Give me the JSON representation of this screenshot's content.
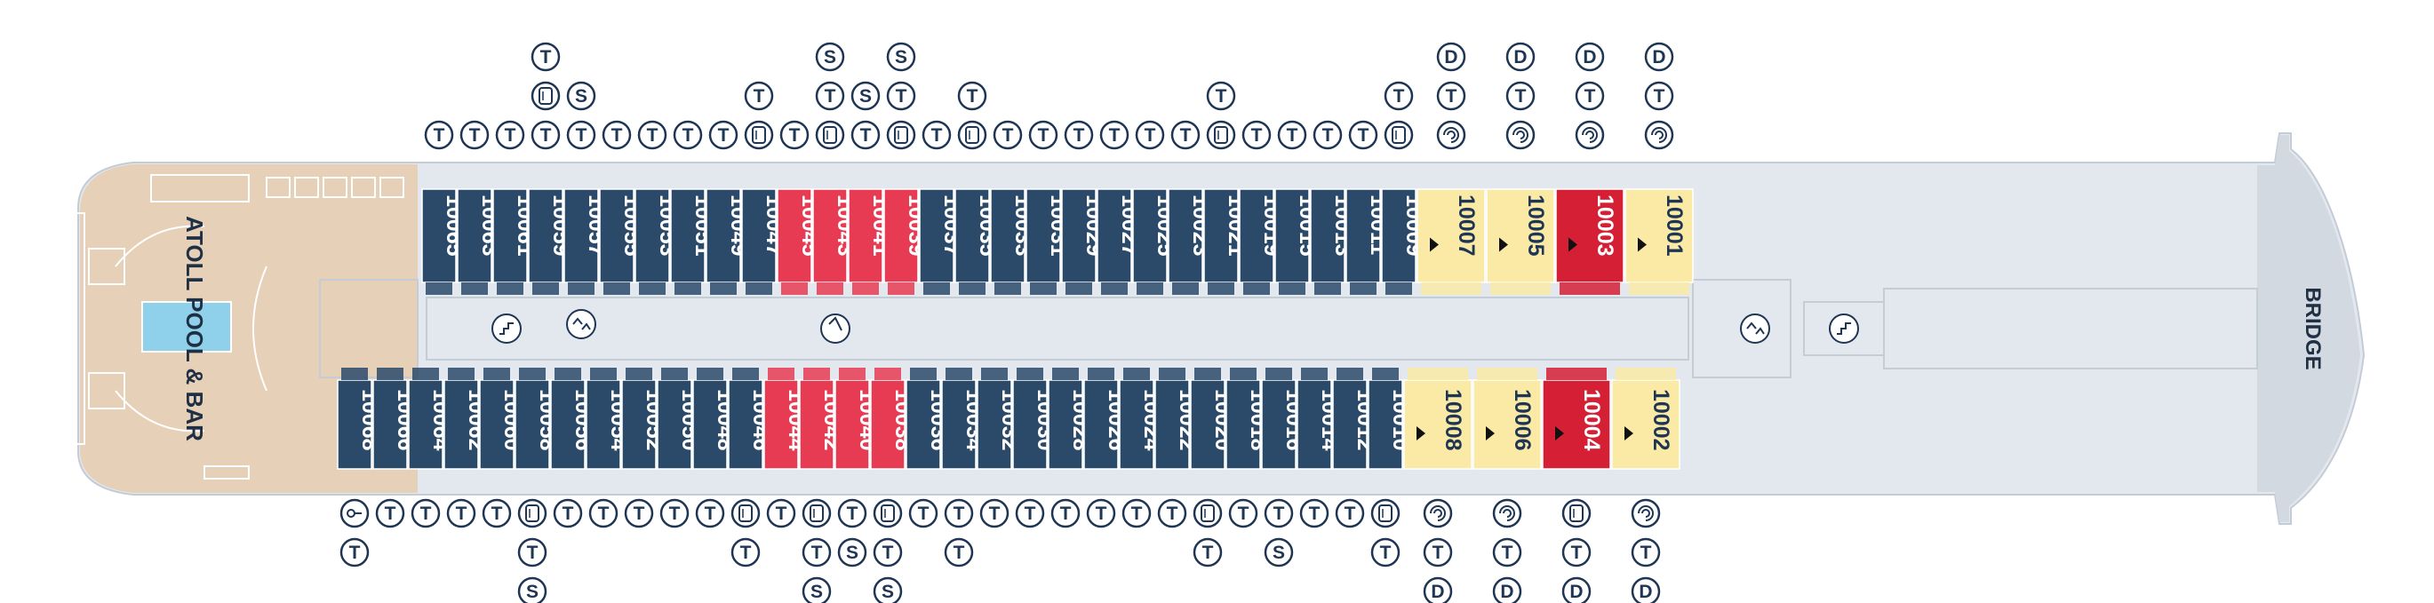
{
  "labels": {
    "pool": "ATOLL POOL & BAR",
    "bridge": "BRIDGE"
  },
  "colors": {
    "navy": "#2b4a6a",
    "red": "#e63b52",
    "crimson": "#d41f35",
    "yellow": "#faeaa5",
    "deck": "#e3e8ee",
    "wood": "#e6d0b8",
    "pool": "#8fd1ea",
    "icon": "#1e3553"
  },
  "top_cabins": [
    {
      "num": "10065",
      "cat": "navy",
      "icons": [
        "T"
      ]
    },
    {
      "num": "10063",
      "cat": "navy",
      "icons": [
        "T"
      ]
    },
    {
      "num": "10061",
      "cat": "navy",
      "icons": [
        "T"
      ]
    },
    {
      "num": "10059",
      "cat": "navy",
      "icons": [
        "T",
        "sofa",
        "T"
      ]
    },
    {
      "num": "10057",
      "cat": "navy",
      "icons": [
        "T",
        "S"
      ]
    },
    {
      "num": "10055",
      "cat": "navy",
      "icons": [
        "T"
      ]
    },
    {
      "num": "10053",
      "cat": "navy",
      "icons": [
        "T"
      ]
    },
    {
      "num": "10051",
      "cat": "navy",
      "icons": [
        "T"
      ]
    },
    {
      "num": "10049",
      "cat": "navy",
      "icons": [
        "T"
      ]
    },
    {
      "num": "10047",
      "cat": "navy",
      "icons": [
        "sofa",
        "T"
      ]
    },
    {
      "num": "10045",
      "cat": "red",
      "icons": [
        "T"
      ]
    },
    {
      "num": "10043",
      "cat": "red",
      "icons": [
        "sofa",
        "T",
        "S"
      ]
    },
    {
      "num": "10041",
      "cat": "red",
      "icons": [
        "T",
        "S"
      ]
    },
    {
      "num": "10039",
      "cat": "red",
      "icons": [
        "sofa",
        "T",
        "S"
      ]
    },
    {
      "num": "10037",
      "cat": "navy",
      "icons": [
        "T"
      ]
    },
    {
      "num": "10035",
      "cat": "navy",
      "icons": [
        "sofa",
        "T"
      ]
    },
    {
      "num": "10033",
      "cat": "navy",
      "icons": [
        "T"
      ]
    },
    {
      "num": "10031",
      "cat": "navy",
      "icons": [
        "T"
      ]
    },
    {
      "num": "10029",
      "cat": "navy",
      "icons": [
        "T"
      ]
    },
    {
      "num": "10027",
      "cat": "navy",
      "icons": [
        "T"
      ]
    },
    {
      "num": "10025",
      "cat": "navy",
      "icons": [
        "T"
      ]
    },
    {
      "num": "10023",
      "cat": "navy",
      "icons": [
        "T"
      ]
    },
    {
      "num": "10021",
      "cat": "navy",
      "icons": [
        "sofa",
        "T"
      ]
    },
    {
      "num": "10019",
      "cat": "navy",
      "icons": [
        "T"
      ]
    },
    {
      "num": "10015",
      "cat": "navy",
      "icons": [
        "T"
      ]
    },
    {
      "num": "10013",
      "cat": "navy",
      "icons": [
        "T"
      ]
    },
    {
      "num": "10011",
      "cat": "navy",
      "icons": [
        "T"
      ]
    },
    {
      "num": "10009",
      "cat": "navy",
      "icons": [
        "sofa",
        "T"
      ]
    },
    {
      "num": "10007",
      "cat": "yellow",
      "icons": [
        "swirl",
        "T",
        "D"
      ]
    },
    {
      "num": "10005",
      "cat": "yellow",
      "icons": [
        "swirl",
        "T",
        "D"
      ]
    },
    {
      "num": "10003",
      "cat": "crimson",
      "icons": [
        "swirl",
        "T",
        "D"
      ]
    },
    {
      "num": "10001",
      "cat": "yellow",
      "icons": [
        "swirl",
        "T",
        "D"
      ]
    }
  ],
  "bottom_cabins": [
    {
      "num": "10068",
      "cat": "navy",
      "icons": [
        "key",
        "T"
      ]
    },
    {
      "num": "10066",
      "cat": "navy",
      "icons": [
        "T"
      ]
    },
    {
      "num": "10064",
      "cat": "navy",
      "icons": [
        "T"
      ]
    },
    {
      "num": "10062",
      "cat": "navy",
      "icons": [
        "T"
      ]
    },
    {
      "num": "10060",
      "cat": "navy",
      "icons": [
        "T"
      ]
    },
    {
      "num": "10058",
      "cat": "navy",
      "icons": [
        "sofa",
        "T",
        "S"
      ]
    },
    {
      "num": "10056",
      "cat": "navy",
      "icons": [
        "T"
      ]
    },
    {
      "num": "10054",
      "cat": "navy",
      "icons": [
        "T"
      ]
    },
    {
      "num": "10052",
      "cat": "navy",
      "icons": [
        "T"
      ]
    },
    {
      "num": "10050",
      "cat": "navy",
      "icons": [
        "T"
      ]
    },
    {
      "num": "10048",
      "cat": "navy",
      "icons": [
        "T"
      ]
    },
    {
      "num": "10046",
      "cat": "navy",
      "icons": [
        "sofa",
        "T"
      ]
    },
    {
      "num": "10044",
      "cat": "red",
      "icons": [
        "T"
      ]
    },
    {
      "num": "10042",
      "cat": "red",
      "icons": [
        "sofa",
        "T",
        "S"
      ]
    },
    {
      "num": "10040",
      "cat": "red",
      "icons": [
        "T",
        "S"
      ]
    },
    {
      "num": "10038",
      "cat": "red",
      "icons": [
        "sofa",
        "T",
        "S"
      ]
    },
    {
      "num": "10036",
      "cat": "navy",
      "icons": [
        "T"
      ]
    },
    {
      "num": "10034",
      "cat": "navy",
      "icons": [
        "T",
        "T"
      ]
    },
    {
      "num": "10032",
      "cat": "navy",
      "icons": [
        "T"
      ]
    },
    {
      "num": "10030",
      "cat": "navy",
      "icons": [
        "T"
      ]
    },
    {
      "num": "10028",
      "cat": "navy",
      "icons": [
        "T"
      ]
    },
    {
      "num": "10026",
      "cat": "navy",
      "icons": [
        "T"
      ]
    },
    {
      "num": "10024",
      "cat": "navy",
      "icons": [
        "T"
      ]
    },
    {
      "num": "10022",
      "cat": "navy",
      "icons": [
        "T"
      ]
    },
    {
      "num": "10020",
      "cat": "navy",
      "icons": [
        "sofa",
        "T"
      ]
    },
    {
      "num": "10018",
      "cat": "navy",
      "icons": [
        "T"
      ]
    },
    {
      "num": "10016",
      "cat": "navy",
      "icons": [
        "T",
        "S"
      ]
    },
    {
      "num": "10014",
      "cat": "navy",
      "icons": [
        "T"
      ]
    },
    {
      "num": "10012",
      "cat": "navy",
      "icons": [
        "T"
      ]
    },
    {
      "num": "10010",
      "cat": "navy",
      "icons": [
        "sofa",
        "T"
      ]
    },
    {
      "num": "10008",
      "cat": "yellow",
      "icons": [
        "swirl",
        "T",
        "D"
      ]
    },
    {
      "num": "10006",
      "cat": "yellow",
      "icons": [
        "swirl",
        "T",
        "D"
      ]
    },
    {
      "num": "10004",
      "cat": "crimson",
      "icons": [
        "sofa",
        "T",
        "D"
      ]
    },
    {
      "num": "10002",
      "cat": "yellow",
      "icons": [
        "swirl",
        "T",
        "D"
      ]
    }
  ]
}
